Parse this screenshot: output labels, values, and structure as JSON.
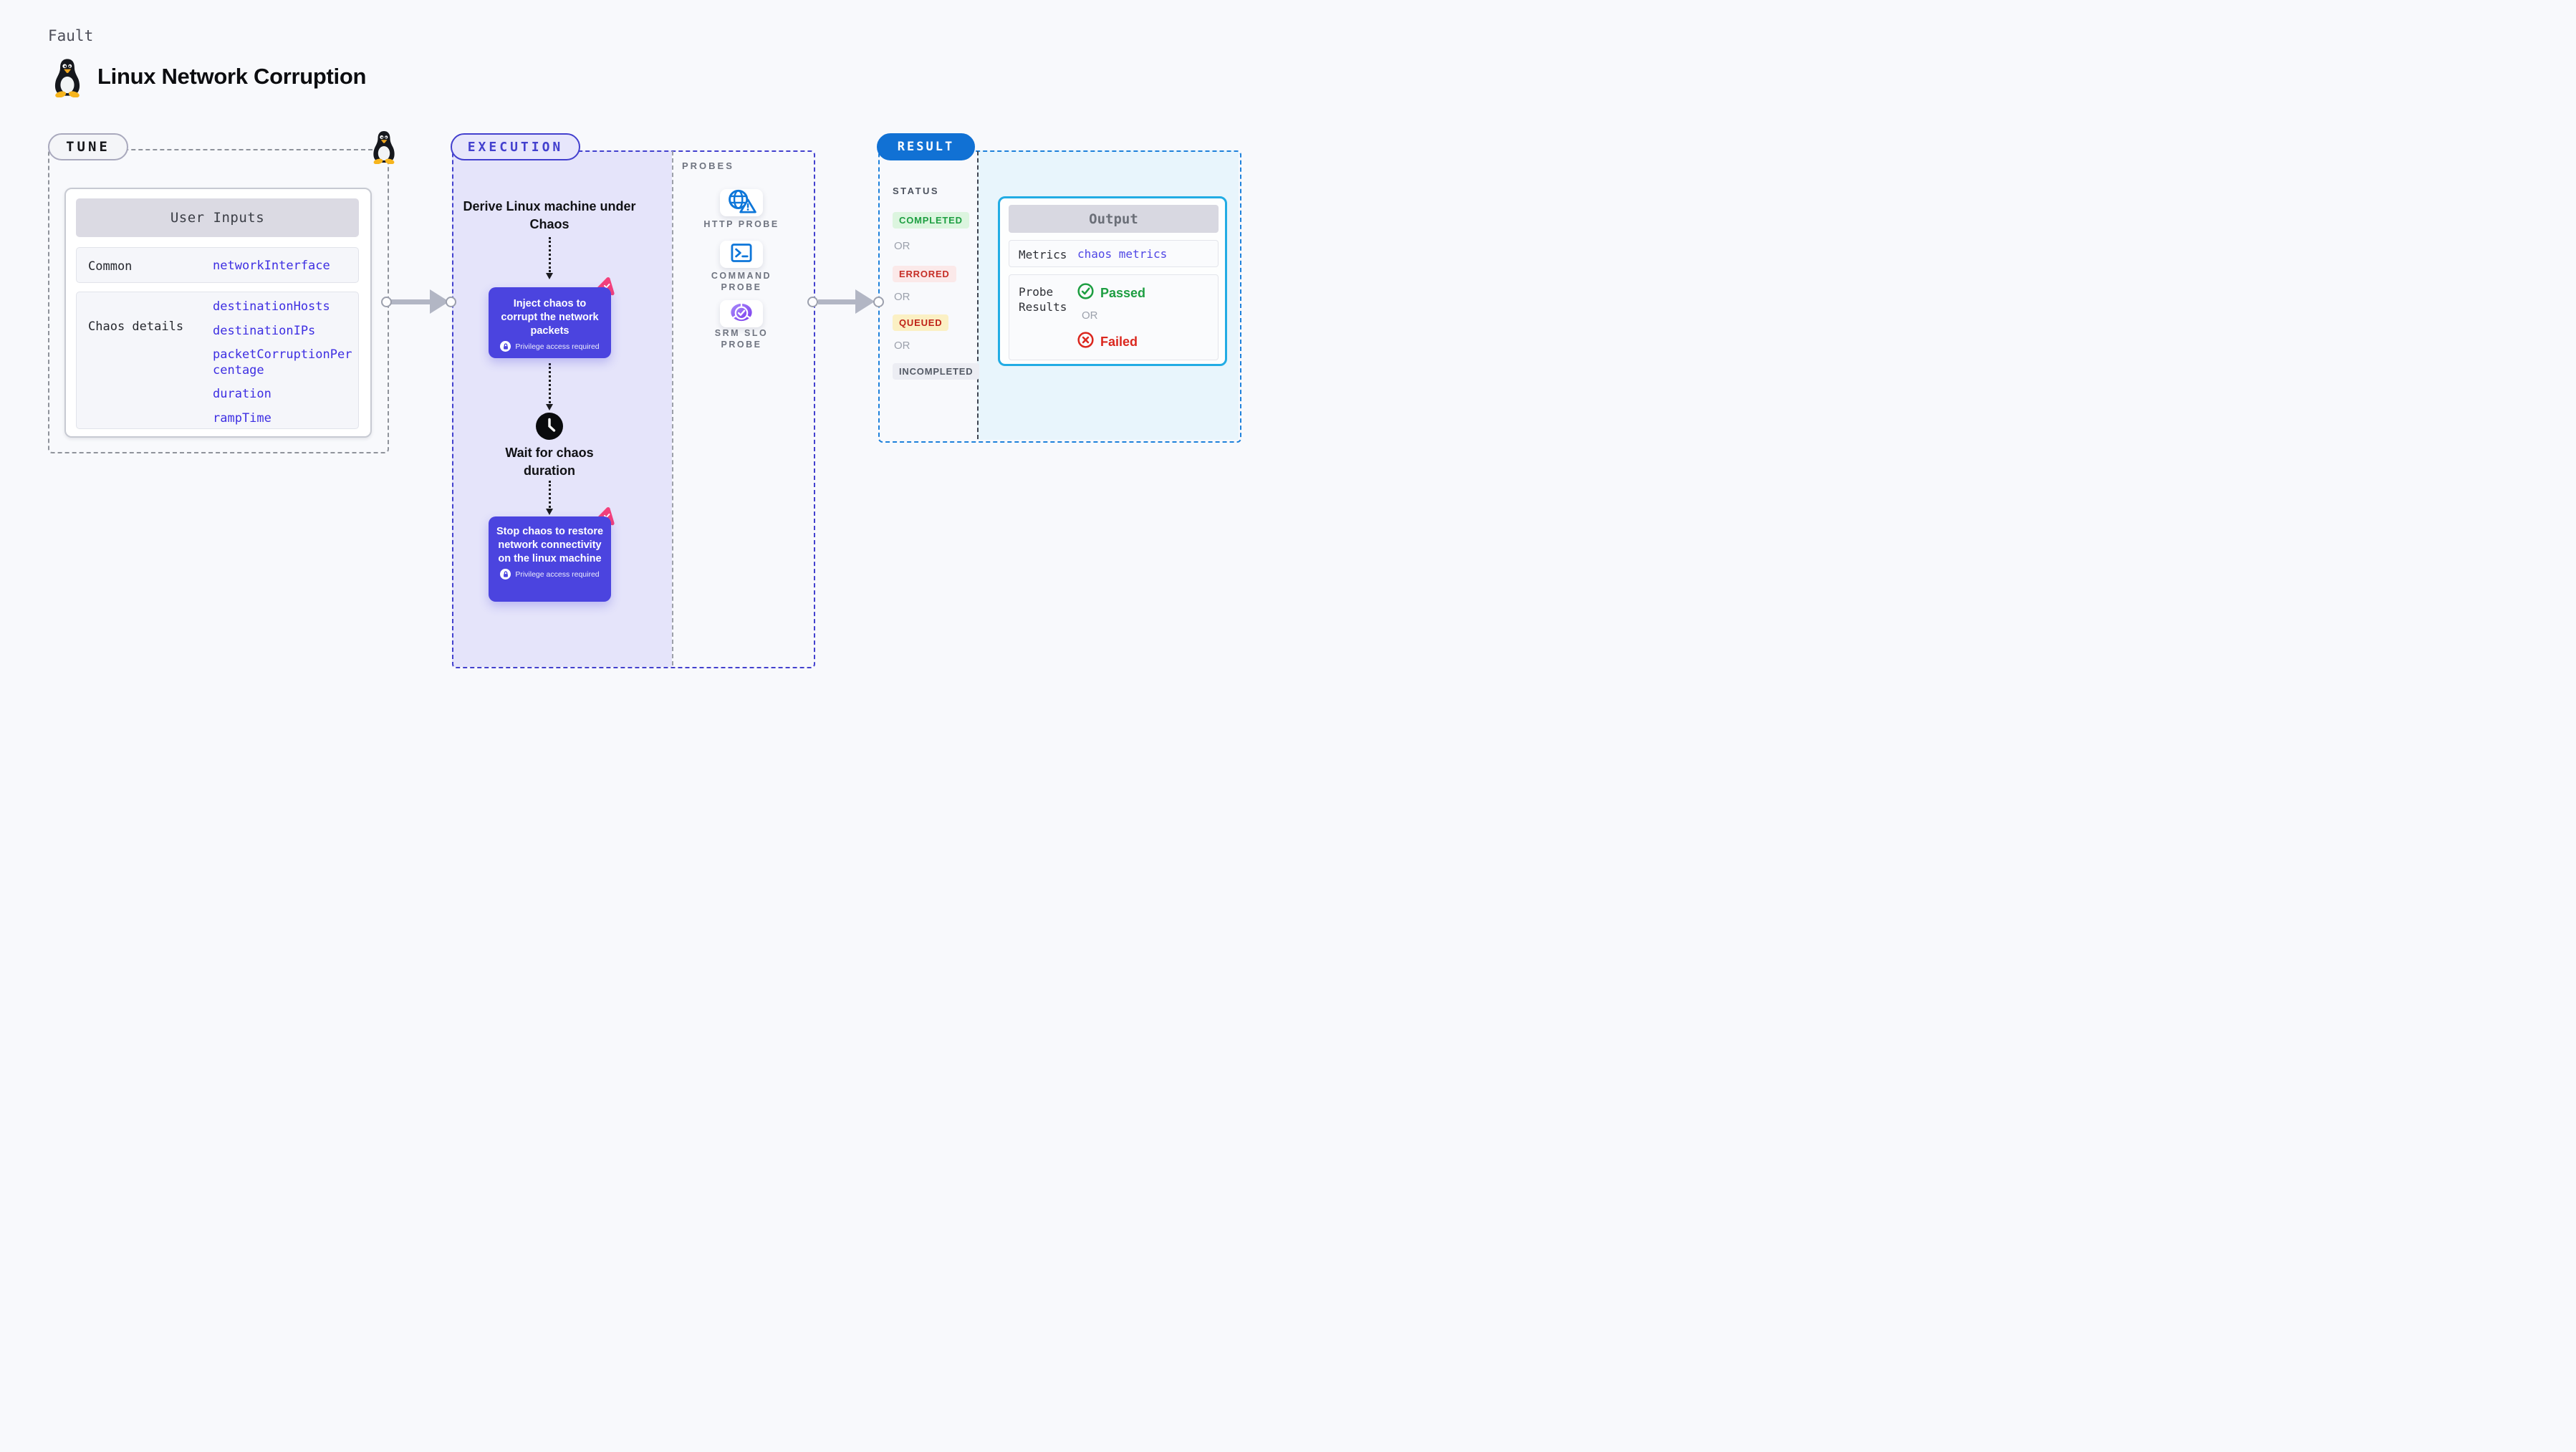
{
  "header": {
    "kicker": "Fault",
    "title": "Linux Network Corruption",
    "icon": "tux-penguin-icon"
  },
  "tune": {
    "pill_label": "TUNE",
    "corner_icon": "tux-penguin-icon",
    "user_inputs": {
      "title": "User Inputs",
      "rows": [
        {
          "label": "Common",
          "values": [
            "networkInterface"
          ]
        },
        {
          "label": "Chaos details",
          "values": [
            "destinationHosts",
            "destinationIPs",
            "packetCorruptionPercentage",
            "duration",
            "rampTime"
          ]
        }
      ]
    }
  },
  "execution": {
    "pill_label": "EXECUTION",
    "derive_label": "Derive Linux machine under Chaos",
    "inject_step": {
      "text": "Inject chaos to corrupt the network packets",
      "badge": "Privilege access required",
      "badge_icon": "lock-icon",
      "corner_icon": "chaos-logo-icon"
    },
    "wait_step": {
      "text": "Wait for chaos duration",
      "icon": "clock-icon"
    },
    "stop_step": {
      "text": "Stop chaos to restore network connectivity on the linux machine",
      "badge": "Privilege access required",
      "badge_icon": "lock-icon",
      "corner_icon": "chaos-logo-icon"
    }
  },
  "probes": {
    "label": "PROBES",
    "items": [
      {
        "name": "HTTP PROBE",
        "icon": "globe-warning-icon"
      },
      {
        "name": "COMMAND PROBE",
        "icon": "terminal-icon"
      },
      {
        "name": "SRM SLO PROBE",
        "icon": "slo-donut-check-icon"
      }
    ]
  },
  "result": {
    "pill_label": "RESULT",
    "status_label": "STATUS",
    "or_label": "OR",
    "statuses": [
      {
        "label": "COMPLETED",
        "text_color": "#1D9E41",
        "bg_color": "#DCF5DF"
      },
      {
        "label": "ERRORED",
        "text_color": "#C62E26",
        "bg_color": "#FBE9E9"
      },
      {
        "label": "QUEUED",
        "text_color": "#BF2218",
        "bg_color": "#FBF0C4"
      },
      {
        "label": "INCOMPLETED",
        "text_color": "#545A65",
        "bg_color": "#ECEDF3"
      }
    ],
    "output": {
      "title": "Output",
      "metrics_label": "Metrics",
      "metrics_value": "chaos metrics",
      "probe_results_label": "Probe Results",
      "passed_label": "Passed",
      "or_label": "OR",
      "failed_label": "Failed"
    }
  },
  "colors": {
    "page_bg": "#F8F9FC",
    "execution_accent": "#4340CE",
    "execution_panel_bg": "#E5E4FA",
    "chaos_step_bg": "#4B44DF",
    "chaos_logo_pink": "#F4407B",
    "tune_value_blue": "#3D2EE2",
    "result_pill_blue": "#1171D4",
    "result_border_blue": "#1E81DB",
    "output_border_cyan": "#22ACE4",
    "output_panel_bg": "#E8F5FC",
    "passed_green": "#1D9E41",
    "failed_red": "#DB271E",
    "probe_icon_blue": "#0D76D9"
  }
}
